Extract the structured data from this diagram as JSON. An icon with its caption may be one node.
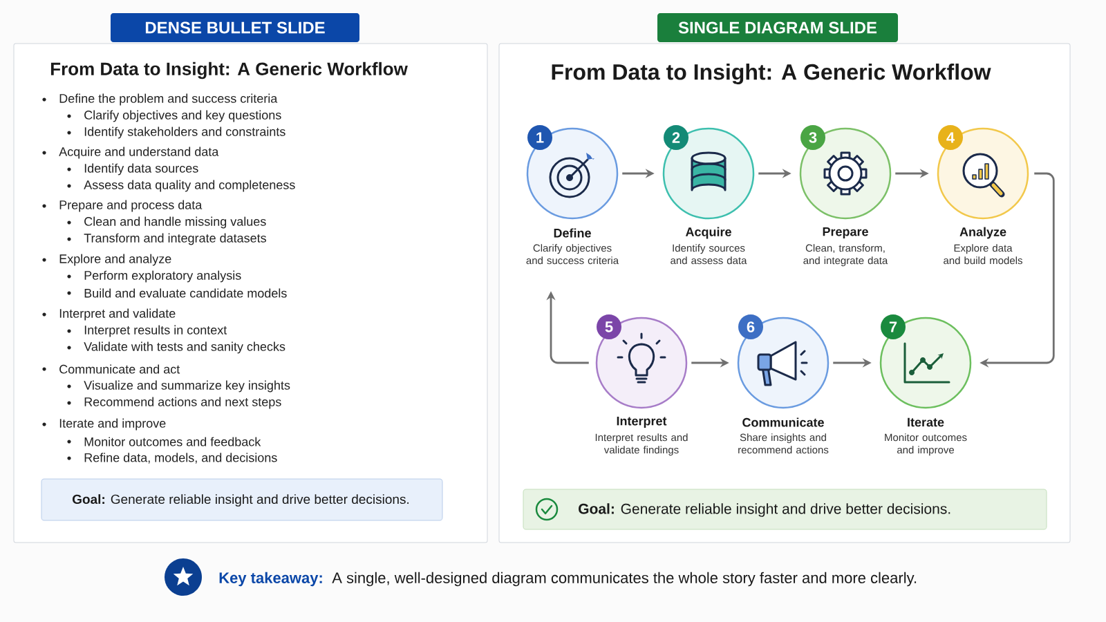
{
  "diagram": {
    "nodes": [
      {
        "text": [
          "DENSE BULLET SLIDE"
        ]
      },
      {
        "text": [
          "From Data to Insight: A Generic Workflow",
          "Define the problem and success criteria",
          "Clarify objectives and key questions",
          "Identify stakeholders and constraints",
          "Acquire and understand data",
          "Identify data sources",
          "Assess data quality and completeness",
          "Prepare and process data",
          "Clean and handle missing values",
          "Transform and integrate datasets",
          "Explore and analyze",
          "Perform exploratory analysis",
          "Build and evaluate candidate models",
          "Interpret and validate",
          "Interpret results in context",
          "Validate with tests and sanity checks",
          "Communicate and act",
          "Visualize and summarize key insights",
          "Recommend actions and next steps",
          "Iterate and improve",
          "Monitor outcomes and feedback",
          "Refine data, models, and decisions"
        ]
      },
      {
        "text": [
          "**Goal:** Generate reliable insight and drive better decisions."
        ],
        "in": 1
      },
      {
        "text": [
          "SINGLE DIAGRAM SLIDE"
        ]
      },
      {
        "text": [
          "From Data to Insight: A Generic Workflow"
        ]
      },
      {
        "text": [
          "1",
          "Define",
          "Clarify objectives and success criteria"
        ],
        "in": 4
      },
      {
        "text": [
          "2",
          "Acquire",
          "Identify sources and assess data"
        ],
        "in": 4
      },
      {
        "text": [
          "3",
          "Prepare",
          "Clean, transform, and integrate data"
        ],
        "in": 4
      },
      {
        "text": [
          "4",
          "Analyze",
          "Explore data and build models"
        ],
        "in": 4
      },
      {
        "text": [
          "5",
          "Interpret",
          "Interpret results and validate findings"
        ],
        "in": 4
      },
      {
        "text": [
          "6",
          "Communicate",
          "Share insights and recommend actions"
        ],
        "in": 4
      },
      {
        "text": [
          "7",
          "Iterate",
          "Monitor outcomes and improve"
        ],
        "in": 4
      },
      {
        "text": [
          "**Goal:** Generate reliable insight and drive better decisions."
        ],
        "in": 4
      }
    ],
    "edges": [
      {
        "from": 5,
        "to": 6,
        "arrow": "to"
      },
      {
        "from": 6,
        "to": 7,
        "arrow": "to"
      },
      {
        "from": 7,
        "to": 8,
        "arrow": "to"
      },
      {
        "from": 8,
        "to": 11,
        "arrow": "to"
      },
      {
        "from": 9,
        "to": 10,
        "arrow": "to"
      },
      {
        "from": 10,
        "to": 11,
        "arrow": "to"
      },
      {
        "from": 9,
        "to": 5,
        "arrow": "to"
      }
    ],
    "labels": [
      "Key takeaway:",
      "A single, well-designed diagram communicates the whole story faster and more clearly."
    ]
  }
}
